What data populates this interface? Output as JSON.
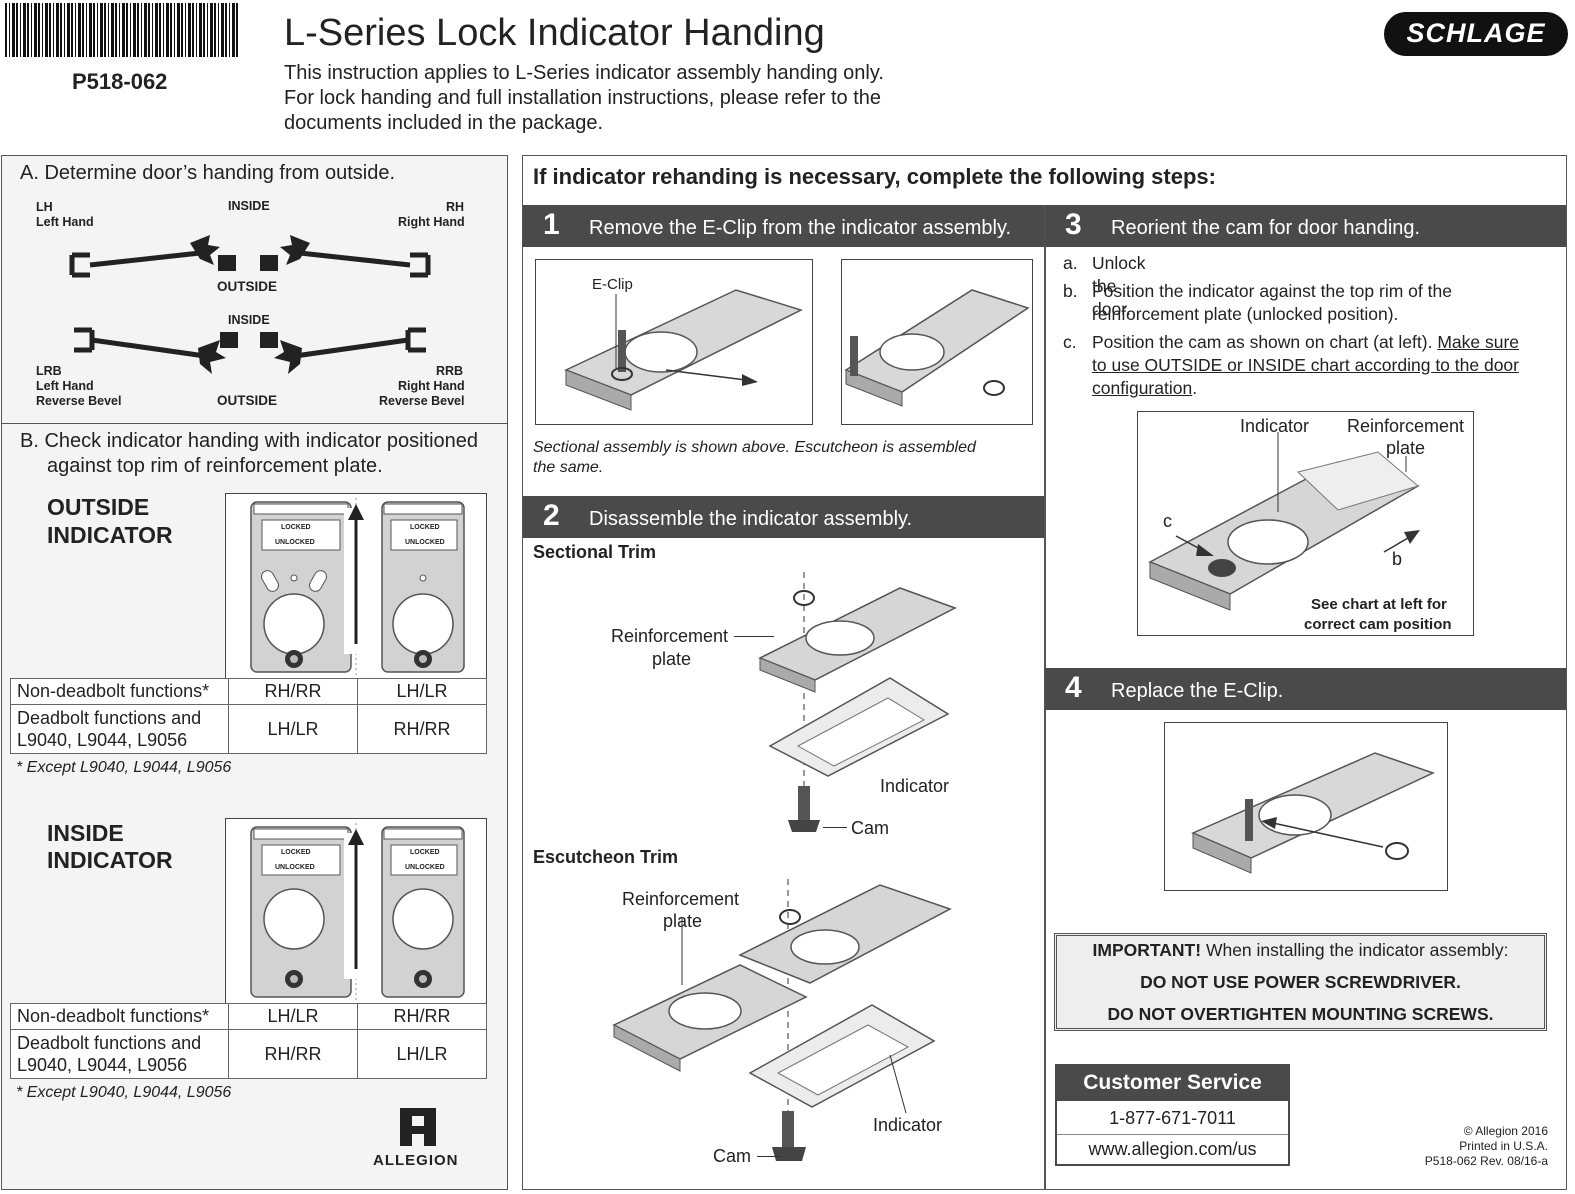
{
  "header": {
    "part_number": "P518-062",
    "title": "L-Series Lock Indicator Handing",
    "intro_lines": [
      "This instruction applies to L-Series indicator assembly handing only.",
      "For lock handing and full installation instructions, please refer to the",
      "documents included in the package."
    ],
    "brand": "SCHLAGE"
  },
  "section_a": {
    "heading": "A.  Determine door’s handing from outside.",
    "top_diagram": {
      "lh": "LH",
      "lh_sub": "Left Hand",
      "rh": "RH",
      "rh_sub": "Right Hand",
      "inside": "INSIDE",
      "outside": "OUTSIDE"
    },
    "bottom_diagram": {
      "lrb": "LRB",
      "lrb_sub1": "Left Hand",
      "lrb_sub2": "Reverse Bevel",
      "rrb": "RRB",
      "rrb_sub1": "Right Hand",
      "rrb_sub2": "Reverse Bevel",
      "inside": "INSIDE",
      "outside": "OUTSIDE"
    }
  },
  "section_b": {
    "heading_line1": "B.  Check indicator handing with indicator positioned",
    "heading_line2": "against top rim of reinforcement plate.",
    "indicator_locked": "LOCKED",
    "indicator_unlocked": "UNLOCKED",
    "outside": {
      "title1": "OUTSIDE",
      "title2": "INDICATOR",
      "rows": [
        {
          "label": "Non-deadbolt functions*",
          "c1": "RH/RR",
          "c2": "LH/LR"
        },
        {
          "label1": "Deadbolt functions and",
          "label2": "L9040, L9044, L9056",
          "c1": "LH/LR",
          "c2": "RH/RR"
        }
      ],
      "footnote": "* Except L9040, L9044, L9056"
    },
    "inside": {
      "title1": "INSIDE",
      "title2": "INDICATOR",
      "rows": [
        {
          "label": "Non-deadbolt functions*",
          "c1": "LH/LR",
          "c2": "RH/RR"
        },
        {
          "label1": "Deadbolt functions and",
          "label2": "L9040, L9044, L9056",
          "c1": "RH/RR",
          "c2": "LH/LR"
        }
      ],
      "footnote": "* Except L9040, L9044, L9056"
    },
    "allegion_logo": "ALLEGION"
  },
  "right_header": "If indicator rehanding is necessary, complete the following steps:",
  "step1": {
    "num": "1",
    "text": "Remove the E-Clip from the indicator assembly.",
    "eclip_label": "E-Clip",
    "note_line1": "Sectional assembly is shown above. Escutcheon is assembled",
    "note_line2": "the same."
  },
  "step2": {
    "num": "2",
    "text": "Disassemble the indicator assembly.",
    "sectional": "Sectional Trim",
    "escutcheon": "Escutcheon Trim",
    "reinf1": "Reinforcement",
    "reinf2": "plate",
    "indicator": "Indicator",
    "cam": "Cam"
  },
  "step3": {
    "num": "3",
    "text": "Reorient the cam for door handing.",
    "items": [
      {
        "letter": "a.",
        "line1": "Unlock the door."
      },
      {
        "letter": "b.",
        "line1": "Position the indicator against the top rim of the",
        "line2": "reinforcement plate (unlocked position)."
      },
      {
        "letter": "c.",
        "line1_plain": "Position the cam as shown on chart (at left). ",
        "line1_u": "Make sure",
        "line2_u": "to use OUTSIDE or INSIDE chart according to the door",
        "line3_u": "configuration",
        "line3_end": "."
      }
    ],
    "fig_indicator": "Indicator",
    "fig_reinf1": "Reinforcement",
    "fig_reinf2": "plate",
    "fig_c": "c",
    "fig_b": "b",
    "fig_note1": "See chart at left for",
    "fig_note2": "correct cam position"
  },
  "step4": {
    "num": "4",
    "text": "Replace the E-Clip."
  },
  "important": {
    "lead": "IMPORTANT!",
    "text": " When installing the indicator assembly:",
    "line2": "DO NOT USE POWER SCREWDRIVER.",
    "line3": "DO NOT OVERTIGHTEN MOUNTING SCREWS."
  },
  "customer_service": {
    "title": "Customer Service",
    "phone": "1-877-671-7011",
    "web": "www.allegion.com/us"
  },
  "footer": {
    "copyright": "© Allegion 2016",
    "printed": "Printed in U.S.A.",
    "rev": "P518-062 Rev. 08/16-a"
  }
}
